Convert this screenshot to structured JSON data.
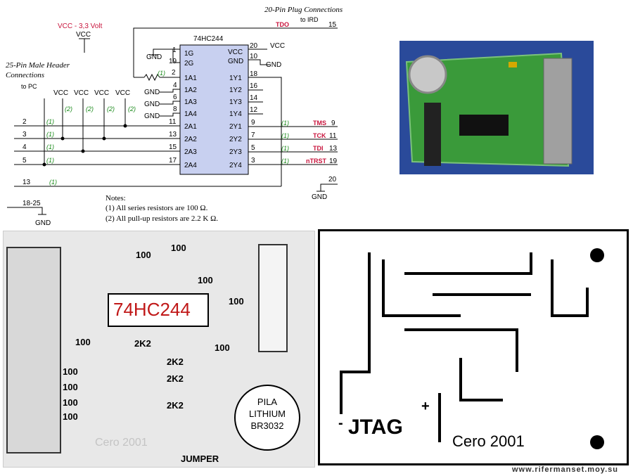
{
  "schematic": {
    "vcc_supply_label": "VCC - 3,3 Volt",
    "vcc": "VCC",
    "plug_title": "20-Pin Plug Connections",
    "plug_to": "to IRD",
    "header_title_1": "25-Pin Male Header",
    "header_title_2": "Connections",
    "header_to": "to PC",
    "chip_name": "74HC244",
    "gnd": "GND",
    "pin_numbers_left": [
      "1",
      "19",
      "2",
      "4",
      "6",
      "8",
      "11",
      "13",
      "15",
      "17"
    ],
    "pin_names_left": [
      "1G",
      "2G",
      "1A1",
      "1A2",
      "1A3",
      "1A4",
      "2A1",
      "2A2",
      "2A3",
      "2A4"
    ],
    "pin_numbers_right": [
      "20",
      "10",
      "18",
      "16",
      "14",
      "12",
      "9",
      "7",
      "5",
      "3"
    ],
    "pin_names_right": [
      "VCC",
      "GND",
      "1Y1",
      "1Y2",
      "1Y3",
      "1Y4",
      "2Y1",
      "2Y2",
      "2Y3",
      "2Y4"
    ],
    "signals": [
      "TDO",
      "TMS",
      "TCK",
      "TDI",
      "nTRST"
    ],
    "signal_pins": [
      "15",
      "9",
      "11",
      "13",
      "19"
    ],
    "pin20": "20",
    "pc_pins": [
      "2",
      "3",
      "4",
      "5",
      "13",
      "18-25"
    ],
    "res1": "(1)",
    "res2": "(2)",
    "notes_title": "Notes:",
    "note1": "(1)     All series resistors are 100    Ω.",
    "note2": "(2)     All pull-up resistors are 2.2 K    Ω."
  },
  "layout_board": {
    "chip": "74HC244",
    "r100": "100",
    "r2k2": "2K2",
    "battery": [
      "PILA",
      "LITHIUM",
      "BR3032"
    ],
    "jumper": "JUMPER",
    "copyright": "Cero 2001"
  },
  "pcb": {
    "title": "JTAG",
    "copyright": "Cero 2001",
    "plus": "+",
    "minus": "-"
  },
  "watermark": "www.rifermanset.moy.su",
  "colors": {
    "signal_red": "#c8143c",
    "resistor_green": "#1a8a1a",
    "chip_fill": "#c8d0f0",
    "chip_red": "#c01818",
    "pcb_board": "#3a9a3a"
  }
}
